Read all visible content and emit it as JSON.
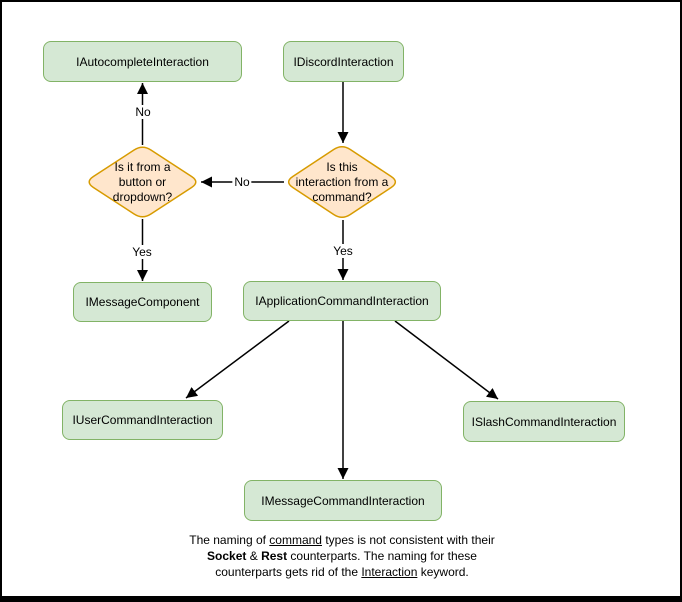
{
  "colors": {
    "node_fill": "#d5e8d4",
    "node_stroke": "#82b366",
    "decision_fill": "#ffe6cc",
    "decision_stroke": "#d79b00",
    "edge": "#000000",
    "background": "#ffffff",
    "frame_border": "#000000"
  },
  "flowchart": {
    "nodes": {
      "autocomplete": {
        "label": "IAutocompleteInteraction"
      },
      "discord": {
        "label": "IDiscordInteraction"
      },
      "message_component": {
        "label": "IMessageComponent"
      },
      "application_command": {
        "label": "IApplicationCommandInteraction"
      },
      "user_command": {
        "label": "IUserCommandInteraction"
      },
      "slash_command": {
        "label": "ISlashCommandInteraction"
      },
      "message_command": {
        "label": "IMessageCommandInteraction"
      }
    },
    "decisions": {
      "button_dropdown": {
        "label": "Is it from a\nbutton or\ndropdown?"
      },
      "from_command": {
        "label": "Is this\ninteraction from a\ncommand?"
      }
    },
    "edge_labels": {
      "no_to_autocomplete": "No",
      "no_to_button_dropdown": "No",
      "yes_to_message_component": "Yes",
      "yes_to_application_command": "Yes"
    }
  },
  "note": {
    "line1": {
      "parts": {
        "0": {
          "text": "The naming of "
        },
        "1": {
          "text": "command"
        },
        "2": {
          "text": " types is not consistent with their"
        }
      }
    },
    "line2": {
      "parts": {
        "0": {
          "text": "Socket"
        },
        "1": {
          "text": " & "
        },
        "2": {
          "text": "Rest"
        },
        "3": {
          "text": " counterparts. The naming for these"
        }
      }
    },
    "line3": {
      "parts": {
        "0": {
          "text": "counterparts gets rid of the "
        },
        "1": {
          "text": "Interaction"
        },
        "2": {
          "text": " keyword."
        }
      }
    }
  }
}
